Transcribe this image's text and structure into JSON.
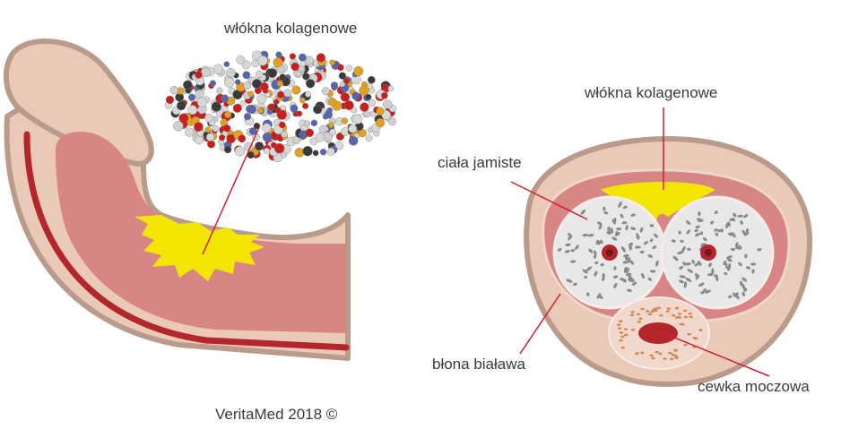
{
  "labels": {
    "collagen_top": "włókna kolagenowe",
    "collagen_right": "włókna kolagenowe",
    "corpora_cavernosa": "ciała jamiste",
    "tunica_albuginea": "błona biaława",
    "urethra": "cewka moczowa",
    "credit": "VeritaMed 2018 ©"
  },
  "colors": {
    "skin_outline": "#b99a8b",
    "skin": "#ebc9b8",
    "tissue": "#d88585",
    "vessel": "#b3262b",
    "collagen": "#f2e600",
    "cavernous": "#e8e8e8",
    "leader": "#d0212f"
  }
}
